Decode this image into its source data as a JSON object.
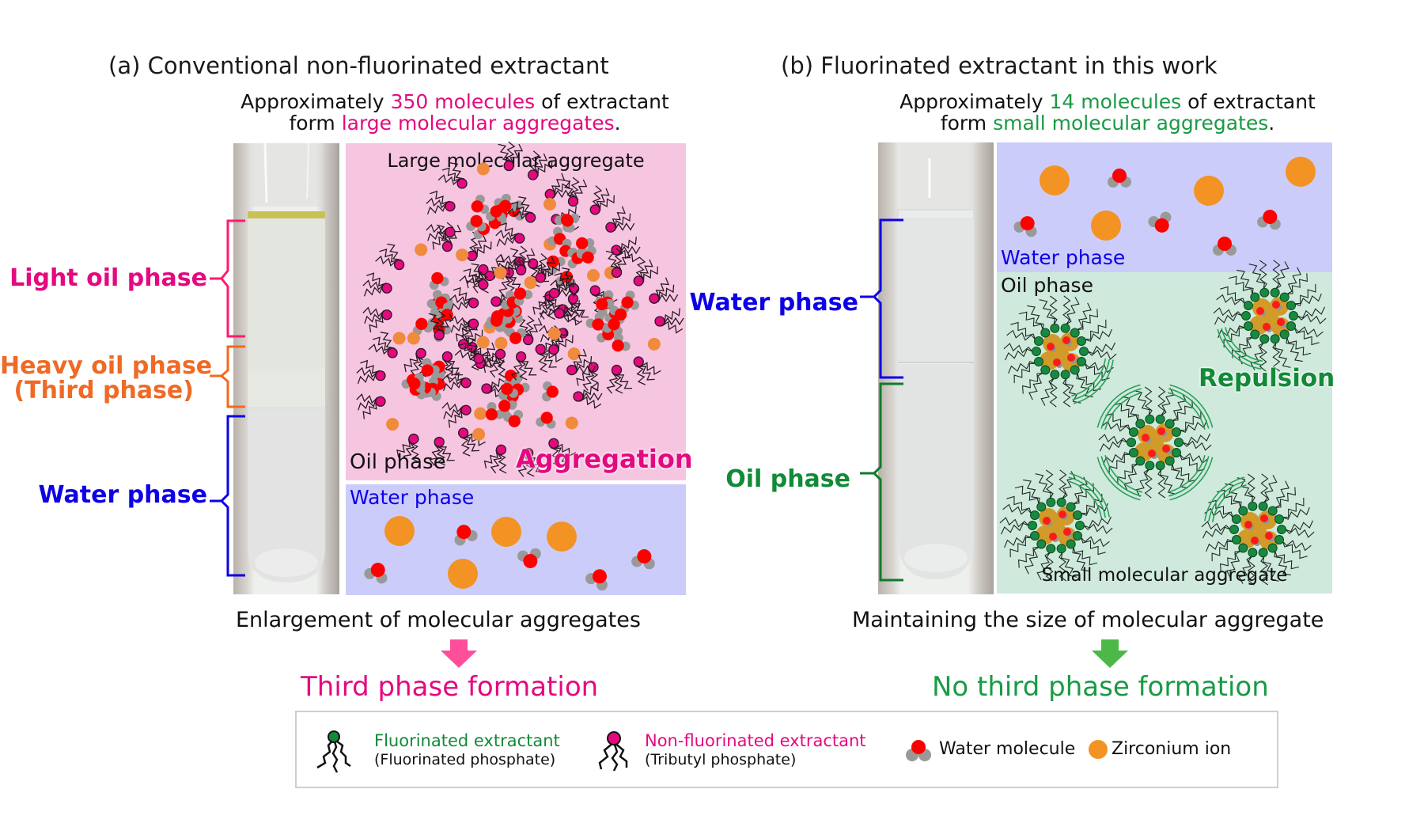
{
  "panel_a": {
    "title": "(a) Conventional non-fluorinated extractant",
    "subtitle": {
      "line1_pre": "Approximately ",
      "line1_highlight": "350 molecules",
      "line1_post": " of extractant",
      "line2_pre": "form ",
      "line2_highlight": "large molecular aggregates",
      "line2_post": "."
    },
    "tube_labels": [
      "Light oil phase",
      "Heavy oil phase",
      "(Third phase)",
      "Water phase"
    ],
    "oil_box": {
      "top_label": "Large molecular aggregate",
      "phase_label": "Oil phase",
      "effect_label": "Aggregation"
    },
    "water_box": {
      "phase_label": "Water phase"
    },
    "conclusion": "Enlargement of molecular aggregates",
    "result": "Third phase formation",
    "arrow_color": "#ff4f9a"
  },
  "panel_b": {
    "title": "(b) Fluorinated extractant in this work",
    "subtitle": {
      "line1_pre": "Approximately ",
      "line1_highlight": "14 molecules",
      "line1_post": " of extractant",
      "line2_pre": "form ",
      "line2_highlight": "small molecular aggregates",
      "line2_post": "."
    },
    "tube_labels": [
      "Water phase",
      "Oil phase"
    ],
    "water_box": {
      "phase_label": "Water phase"
    },
    "oil_box": {
      "phase_label": "Oil phase",
      "effect_label": "Repulsion",
      "bottom_label": "Small molecular aggregate"
    },
    "conclusion": "Maintaining the size of molecular aggregate",
    "result": "No third phase formation",
    "arrow_color": "#4cb848"
  },
  "legend": {
    "items": [
      {
        "icon": "fluorinated-extractant-icon",
        "title": "Fluorinated extractant",
        "subtitle": "(Fluorinated phosphate)",
        "color": "#128a38"
      },
      {
        "icon": "non-fluorinated-extractant-icon",
        "title": "Non-fluorinated extractant",
        "subtitle": "(Tributyl phosphate)",
        "color": "#e4097f"
      },
      {
        "icon": "water-molecule-icon",
        "title": "Water molecule",
        "color": "#ff0000"
      },
      {
        "icon": "zirconium-ion-icon",
        "title": "Zirconium ion",
        "color": "#f39324"
      }
    ]
  },
  "colors": {
    "pink_text": "#e4097f",
    "green_text": "#1a9a45",
    "blue_text": "#0d00e6",
    "orange_text": "#ef6a25",
    "pink_panel": "#f6c6e1",
    "lavender_panel": "#ccccfb",
    "mint_panel": "#cfe9dc",
    "zirconium": "#f39324",
    "oxygen": "#ff0000",
    "hydrogen": "#999999"
  }
}
